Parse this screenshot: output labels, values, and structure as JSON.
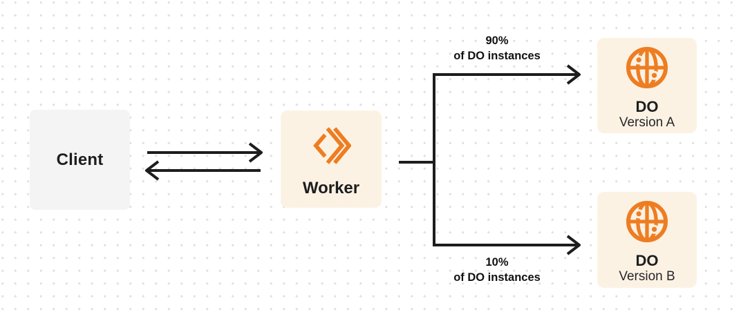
{
  "colors": {
    "accent_orange": "#ee7d22",
    "node_cream_bg": "#fcf2e4",
    "client_gray_bg": "#f4f4f5",
    "line_dark": "#1d1d1f",
    "dot_grid": "#e3e1df"
  },
  "nodes": {
    "client": {
      "label": "Client"
    },
    "worker": {
      "label": "Worker",
      "icon": "workers-icon"
    },
    "do_a": {
      "title": "DO",
      "subtitle": "Version A",
      "icon": "globe-icon"
    },
    "do_b": {
      "title": "DO",
      "subtitle": "Version B",
      "icon": "globe-icon"
    }
  },
  "edges": {
    "client_worker": {
      "direction": "bidirectional"
    },
    "top_branch": {
      "percent": "90%",
      "caption": "of DO instances"
    },
    "bottom_branch": {
      "percent": "10%",
      "caption": "of DO instances"
    }
  }
}
